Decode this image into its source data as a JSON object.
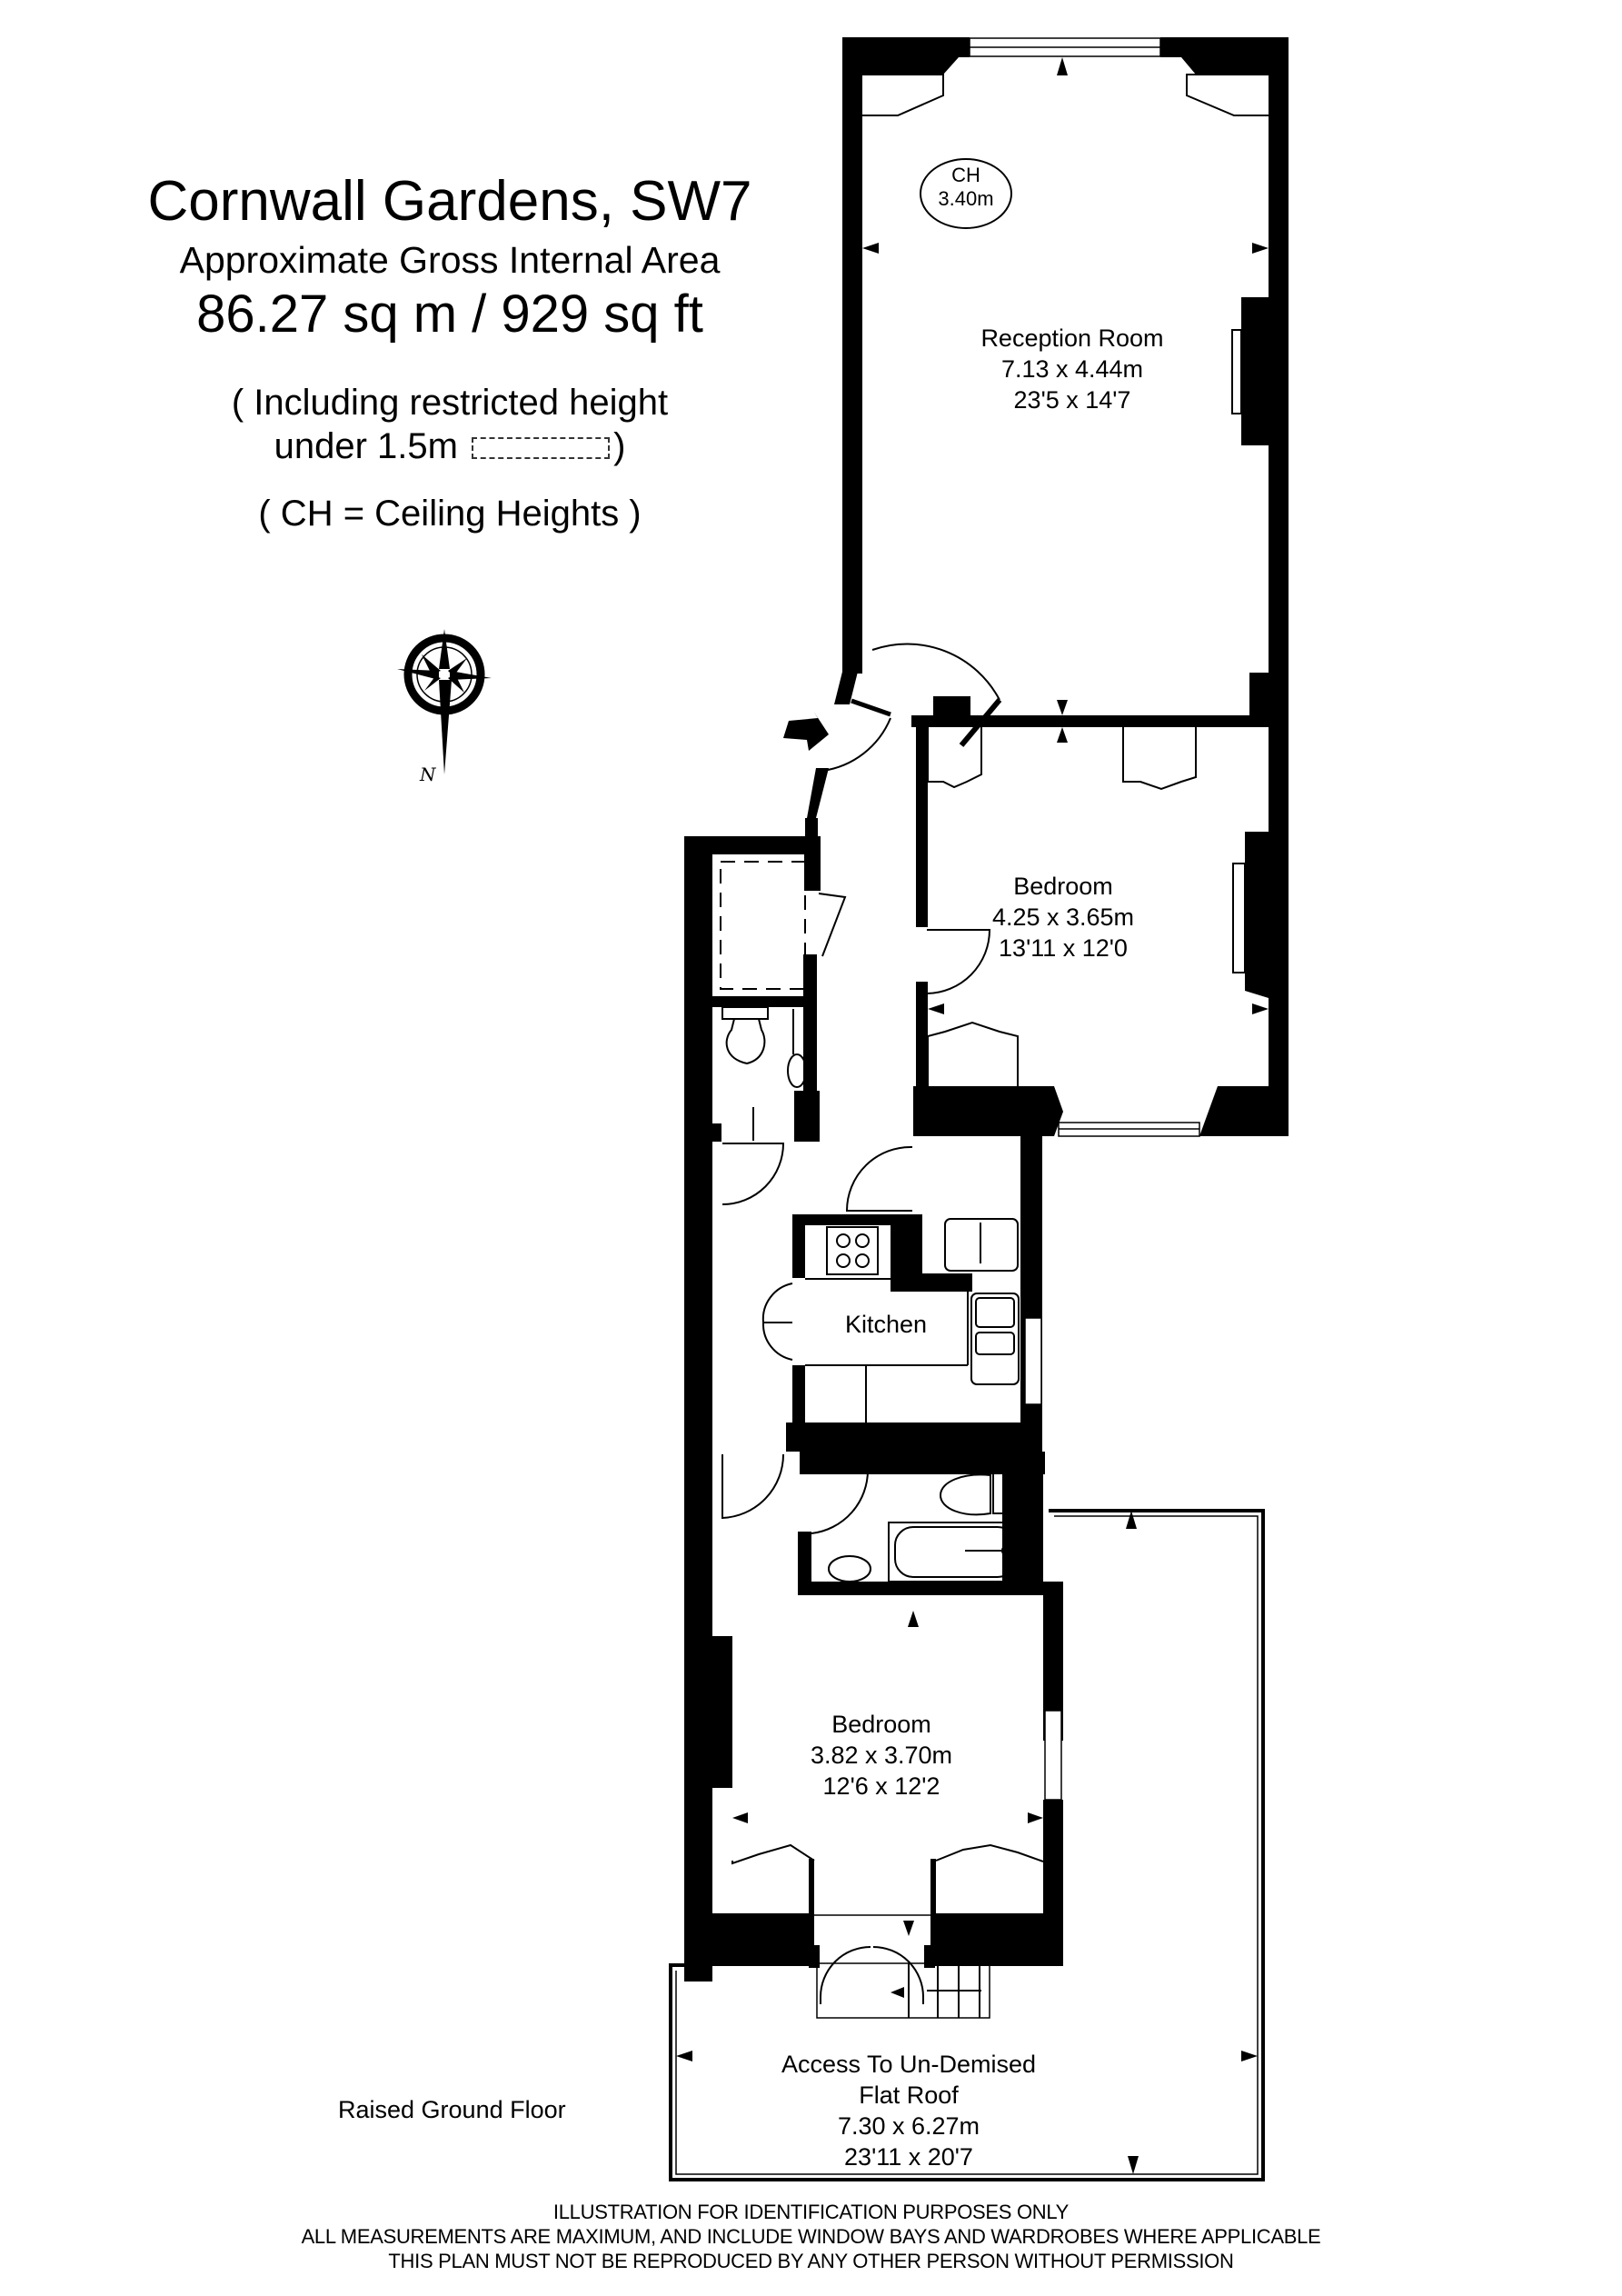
{
  "header": {
    "title": "Cornwall Gardens, SW7",
    "subtitle": "Approximate Gross Internal Area",
    "area": "86.27 sq m  /  929 sq ft",
    "restricted_note_line1": "( Including restricted height",
    "restricted_note_line2_prefix": "under 1.5m",
    "restricted_note_line2_suffix": ")",
    "ch_note": "( CH = Ceiling Heights )"
  },
  "compass": {
    "label": "N",
    "icon": "compass-rose-icon"
  },
  "ceiling_height": {
    "label": "CH",
    "value": "3.40m"
  },
  "rooms": [
    {
      "name": "Reception Room",
      "metric": "7.13 x 4.44m",
      "imperial": "23'5 x 14'7"
    },
    {
      "name": "Bedroom",
      "metric": "4.25 x 3.65m",
      "imperial": "13'11 x 12'0"
    },
    {
      "name": "Kitchen"
    },
    {
      "name": "Bedroom",
      "metric": "3.82 x 3.70m",
      "imperial": "12'6 x 12'2"
    },
    {
      "name_line1": "Access To Un-Demised",
      "name_line2": "Flat Roof",
      "metric": "7.30 x 6.27m",
      "imperial": "23'11 x 20'7"
    }
  ],
  "floor_label": "Raised Ground Floor",
  "disclaimer": [
    "ILLUSTRATION FOR IDENTIFICATION PURPOSES ONLY",
    "ALL MEASUREMENTS ARE MAXIMUM, AND INCLUDE WINDOW BAYS AND WARDROBES WHERE APPLICABLE",
    "THIS PLAN MUST NOT BE REPRODUCED BY ANY OTHER PERSON WITHOUT PERMISSION"
  ],
  "colors": {
    "wall": "#000000",
    "background": "#ffffff",
    "line": "#000000"
  }
}
